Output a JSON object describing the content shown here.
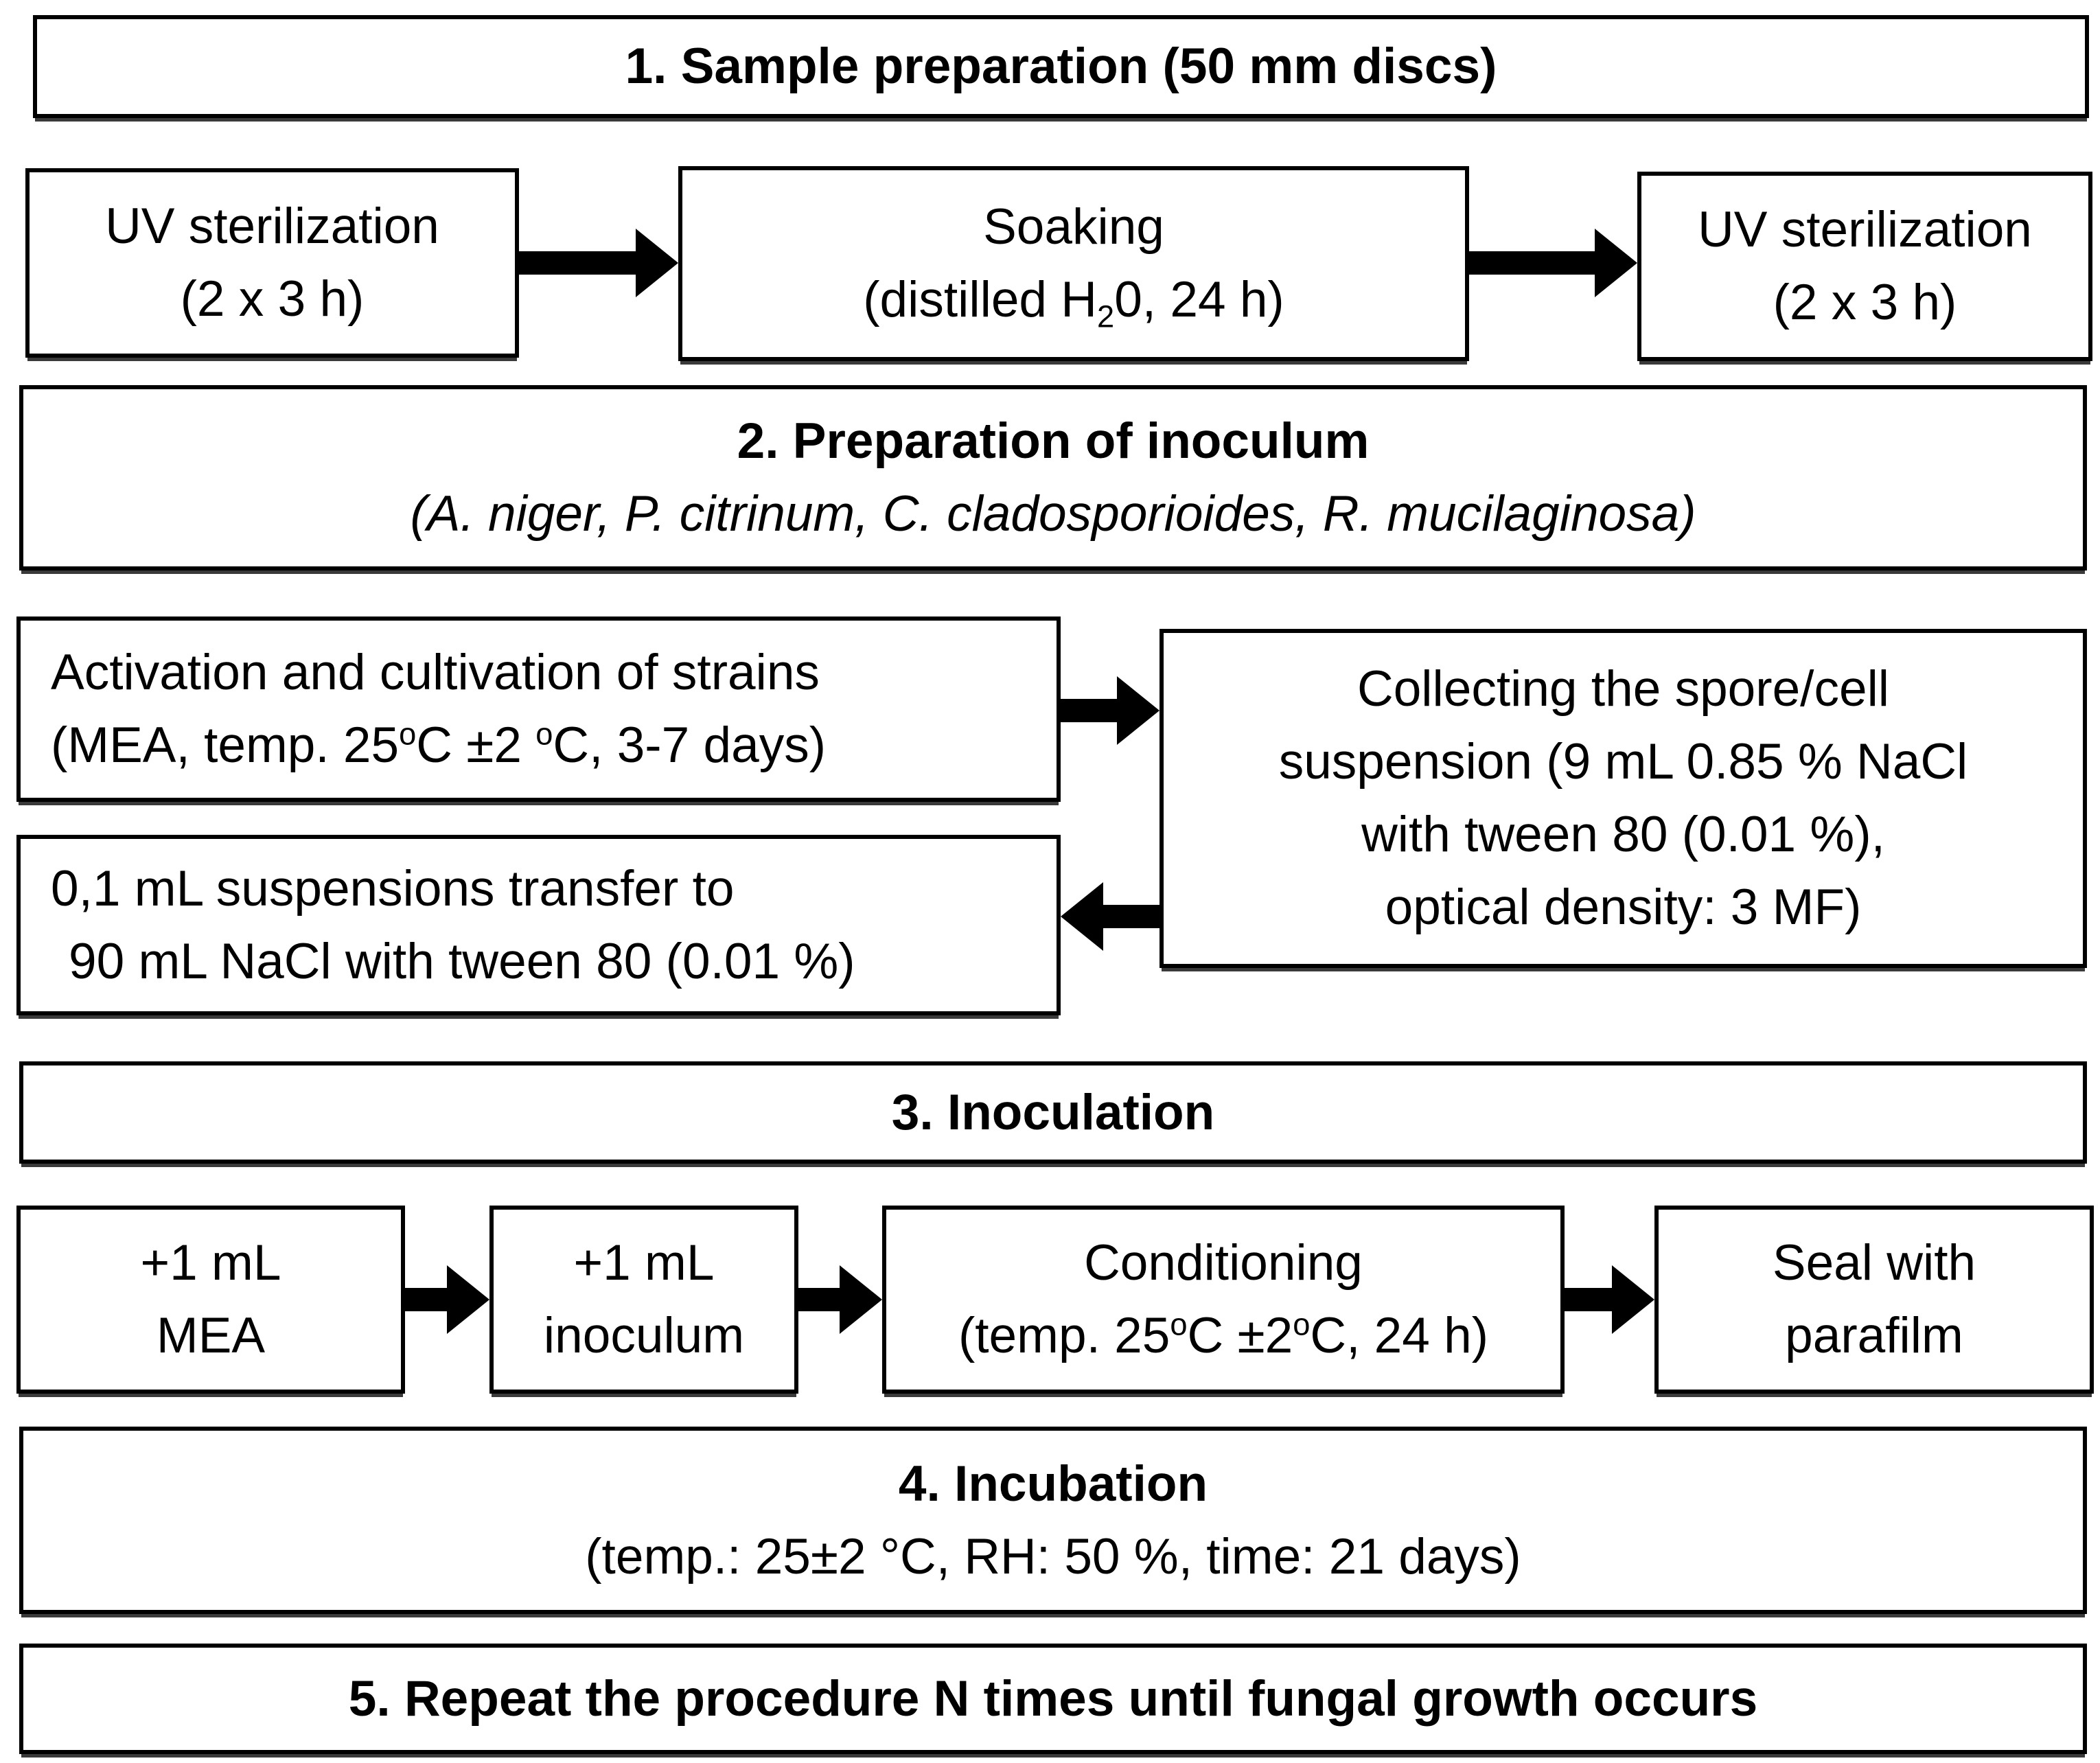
{
  "colors": {
    "border": "#000000",
    "background": "#ffffff",
    "text": "#000000"
  },
  "diagram": {
    "step1": {
      "title": "1. Sample preparation (50 mm discs)"
    },
    "row1": {
      "uv1": {
        "line1": "UV sterilization",
        "line2": "(2 x 3 h)"
      },
      "soaking": {
        "line1": "Soaking",
        "l2a": "(distilled H",
        "l2sub": "2",
        "l2b": "0, 24 h)"
      },
      "uv2": {
        "line1": "UV sterilization",
        "line2": "(2 x 3 h)"
      }
    },
    "step2": {
      "title": "2. Preparation of inoculum",
      "subtitle": "(A. niger, P. citrinum, C. cladosporioides, R. mucilaginosa)"
    },
    "activation": {
      "line1": "Activation and cultivation of strains",
      "l2a": "(MEA, temp. 25",
      "l2sup1": "o",
      "l2b": "C ±2 ",
      "l2sup2": "o",
      "l2c": "C, 3-7 days)"
    },
    "collecting": {
      "line1": "Collecting the spore/cell",
      "line2": "suspension (9 mL 0.85 % NaCl",
      "line3": "with tween 80 (0.01 %),",
      "line4": "optical density: 3 MF)"
    },
    "transfer": {
      "line1": "0,1 mL suspensions transfer to",
      "line2": "90 mL NaCl with tween 80 (0.01 %)"
    },
    "step3": {
      "title": "3. Inoculation"
    },
    "row3": {
      "mea": {
        "line1": "+1 mL",
        "line2": "MEA"
      },
      "inoculum": {
        "line1": "+1 mL",
        "line2": "inoculum"
      },
      "conditioning": {
        "line1": "Conditioning",
        "l2a": "(temp. 25",
        "l2sup1": "o",
        "l2b": "C ±2",
        "l2sup2": "o",
        "l2c": "C, 24 h)"
      },
      "seal": {
        "line1": "Seal with",
        "line2": "parafilm"
      }
    },
    "step4": {
      "title": "4. Incubation",
      "subtitle": "(temp.: 25±2 °C, RH: 50 %, time: 21 days)"
    },
    "step5": {
      "title": "5. Repeat the procedure N times until fungal growth occurs"
    }
  }
}
